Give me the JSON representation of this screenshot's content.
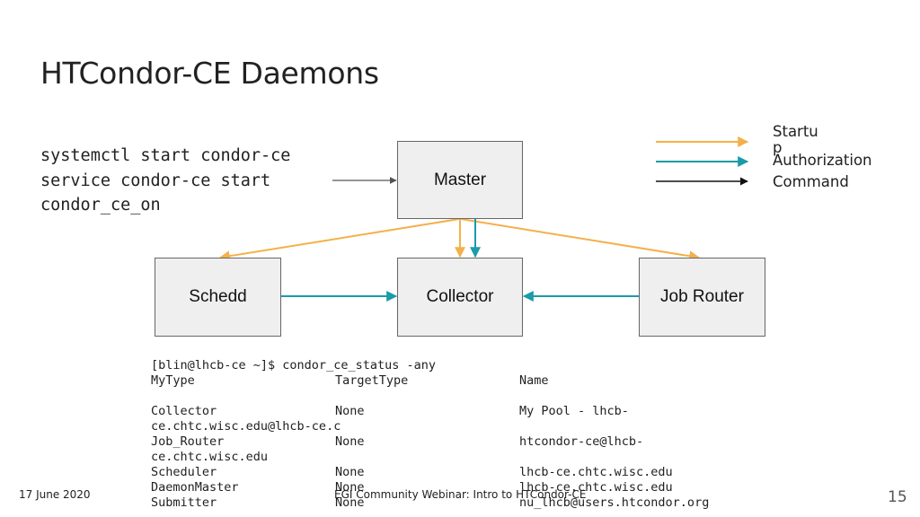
{
  "slide": {
    "title": "HTCondor-CE Daemons",
    "commands": [
      "systemctl start condor-ce",
      "service condor-ce start",
      "condor_ce_on"
    ],
    "boxes": {
      "master": "Master",
      "schedd": "Schedd",
      "collector": "Collector",
      "job_router": "Job Router"
    },
    "legend": {
      "startup": "Startup",
      "authorization": "Authorization",
      "command": "Command"
    },
    "colors": {
      "startup": "#f4b04a",
      "authorization": "#1a9ba8",
      "command": "#111111",
      "input_arrow": "#555555"
    },
    "status_output": {
      "prompt": "[blin@lhcb-ce ~]$ condor_ce_status -any",
      "header": [
        "MyType",
        "TargetType",
        "Name"
      ],
      "rows": [
        {
          "c1": "Collector",
          "c2": "None",
          "c3": "My Pool - lhcb-",
          "cont": "ce.chtc.wisc.edu@lhcb-ce.c"
        },
        {
          "c1": "Job_Router",
          "c2": "None",
          "c3": "htcondor-ce@lhcb-",
          "cont": "ce.chtc.wisc.edu"
        },
        {
          "c1": "Scheduler",
          "c2": "None",
          "c3": "lhcb-ce.chtc.wisc.edu",
          "cont": ""
        },
        {
          "c1": "DaemonMaster",
          "c2": "None",
          "c3": "lhcb-ce.chtc.wisc.edu",
          "cont": ""
        },
        {
          "c1": "Submitter",
          "c2": "None",
          "c3": "nu_lhcb@users.htcondor.org",
          "cont": ""
        }
      ]
    },
    "footer": {
      "date": "17 June 2020",
      "center": "EGI Community Webinar: Intro to HTCondor-CE",
      "page": "15"
    }
  }
}
